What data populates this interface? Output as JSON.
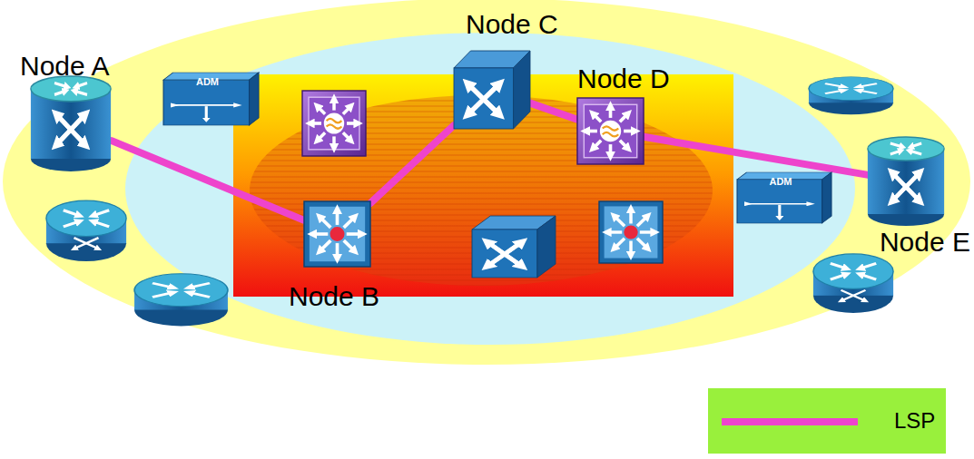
{
  "diagram": {
    "nodes": [
      {
        "text": [
          "Node A"
        ]
      },
      {
        "text": [
          "Node B"
        ]
      },
      {
        "text": [
          "Node C"
        ]
      },
      {
        "text": [
          "Node D"
        ]
      },
      {
        "text": [
          "Node E"
        ]
      },
      {
        "text": [
          "ADM"
        ]
      },
      {
        "text": [
          "ADM"
        ]
      }
    ],
    "edges": [
      {
        "from": 0,
        "to": 1,
        "arrow": "none"
      },
      {
        "from": 1,
        "to": 2,
        "arrow": "none"
      },
      {
        "from": 2,
        "to": 3,
        "arrow": "none"
      },
      {
        "from": 3,
        "to": 4,
        "arrow": "none"
      }
    ],
    "legend": [
      {
        "text": "LSP"
      }
    ]
  }
}
